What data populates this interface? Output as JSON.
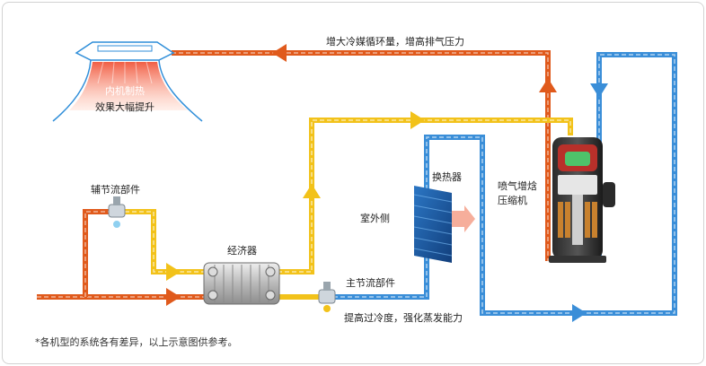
{
  "labels": {
    "top_flow": "增大冷媒循环量，增高排气压力",
    "indoor_effect_line1": "内机制热",
    "indoor_effect_line2": "效果大幅提升",
    "aux_valve": "辅节流部件",
    "economizer": "经济器",
    "outdoor_side": "室外侧",
    "heat_exchanger": "换热器",
    "compressor_line1": "喷气增焓",
    "compressor_line2": "压缩机",
    "main_valve": "主节流部件",
    "main_valve_effect": "提高过冷度，强化蒸发能力",
    "footnote": "*各机型的系统各有差异，以上示意图供参考。"
  },
  "colors": {
    "hot_pipe": "#e05a1c",
    "warm_pipe": "#f2c21a",
    "cold_pipe": "#3a8ed8",
    "indoor_outline": "#2f8ed9",
    "heat_glow": "#f06b4a",
    "exchanger": "#1f63b0"
  }
}
